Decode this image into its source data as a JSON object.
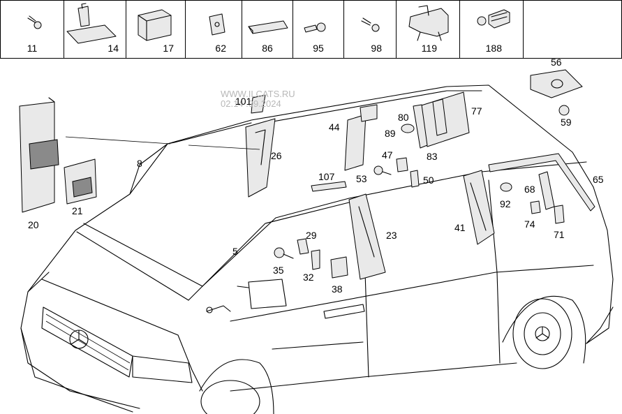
{
  "parts_header": [
    {
      "number": "11",
      "icon": "screw-icon"
    },
    {
      "number": "14",
      "icon": "bracket-plate-icon"
    },
    {
      "number": "17",
      "icon": "block-icon"
    },
    {
      "number": "62",
      "icon": "clip-icon"
    },
    {
      "number": "86",
      "icon": "pad-icon"
    },
    {
      "number": "95",
      "icon": "rivet-icon"
    },
    {
      "number": "98",
      "icon": "screw-icon"
    },
    {
      "number": "119",
      "icon": "holder-bracket-icon"
    },
    {
      "number": "188",
      "icon": "expansion-rivet-icon"
    }
  ],
  "watermark": {
    "line1": "WWW.ILCATS.RU",
    "line2": "02.14   .09.2024"
  },
  "callouts": [
    "101",
    "26",
    "8",
    "20",
    "21",
    "44",
    "80",
    "77",
    "56",
    "59",
    "89",
    "83",
    "47",
    "53",
    "50",
    "107",
    "5",
    "29",
    "35",
    "32",
    "38",
    "23",
    "41",
    "92",
    "68",
    "74",
    "71",
    "65"
  ],
  "colors": {
    "line": "#000000",
    "background": "#ffffff",
    "watermark": "#b8b8b8"
  }
}
